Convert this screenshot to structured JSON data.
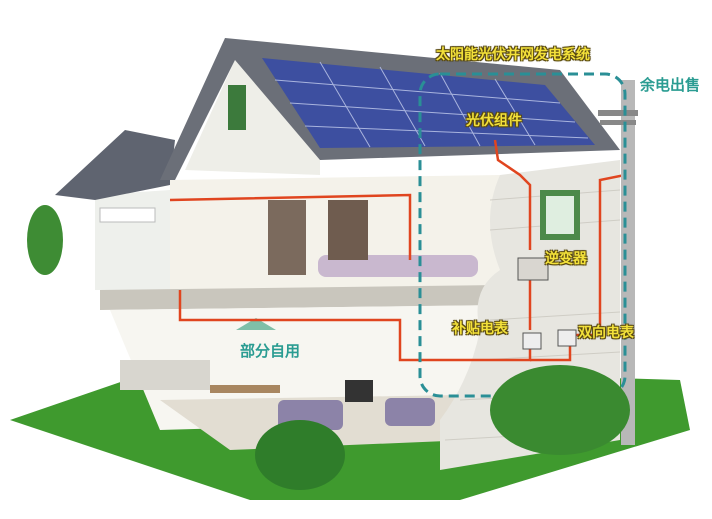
{
  "labels": {
    "system_title": "太阳能光伏并网发电系统",
    "sell_surplus": "余电出售",
    "pv_module": "光伏组件",
    "inverter": "逆变器",
    "subsidy_meter": "补贴电表",
    "bidirectional_meter": "双向电表",
    "self_use": "部分自用"
  },
  "colors": {
    "wire": "#e0451f",
    "dashed_boundary": "#2a8f96",
    "lawn": "#3f9a2e",
    "roof": "#6b6f78",
    "panel": "#3d4fa0"
  }
}
